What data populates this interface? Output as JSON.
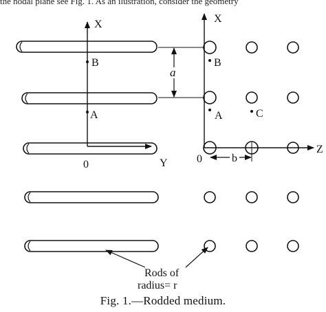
{
  "header_fragment": "the nodal plane  see Fig. 1.  As an ilustration, consider the geometry",
  "labels": {
    "x_axis_left": "X",
    "x_axis_right": "X",
    "y_axis": "Y",
    "z_axis": "Z",
    "origin_left": "0",
    "origin_right": "0",
    "point_b_left": "B",
    "point_a_left": "A",
    "point_b_right": "B",
    "point_a_right": "A",
    "point_c": "C",
    "spacing_a": "a",
    "spacing_b": "b",
    "rods_note_line1": "Rods of",
    "rods_note_line2": "radius= r"
  },
  "caption": "Fig. 1.—Rodded medium."
}
